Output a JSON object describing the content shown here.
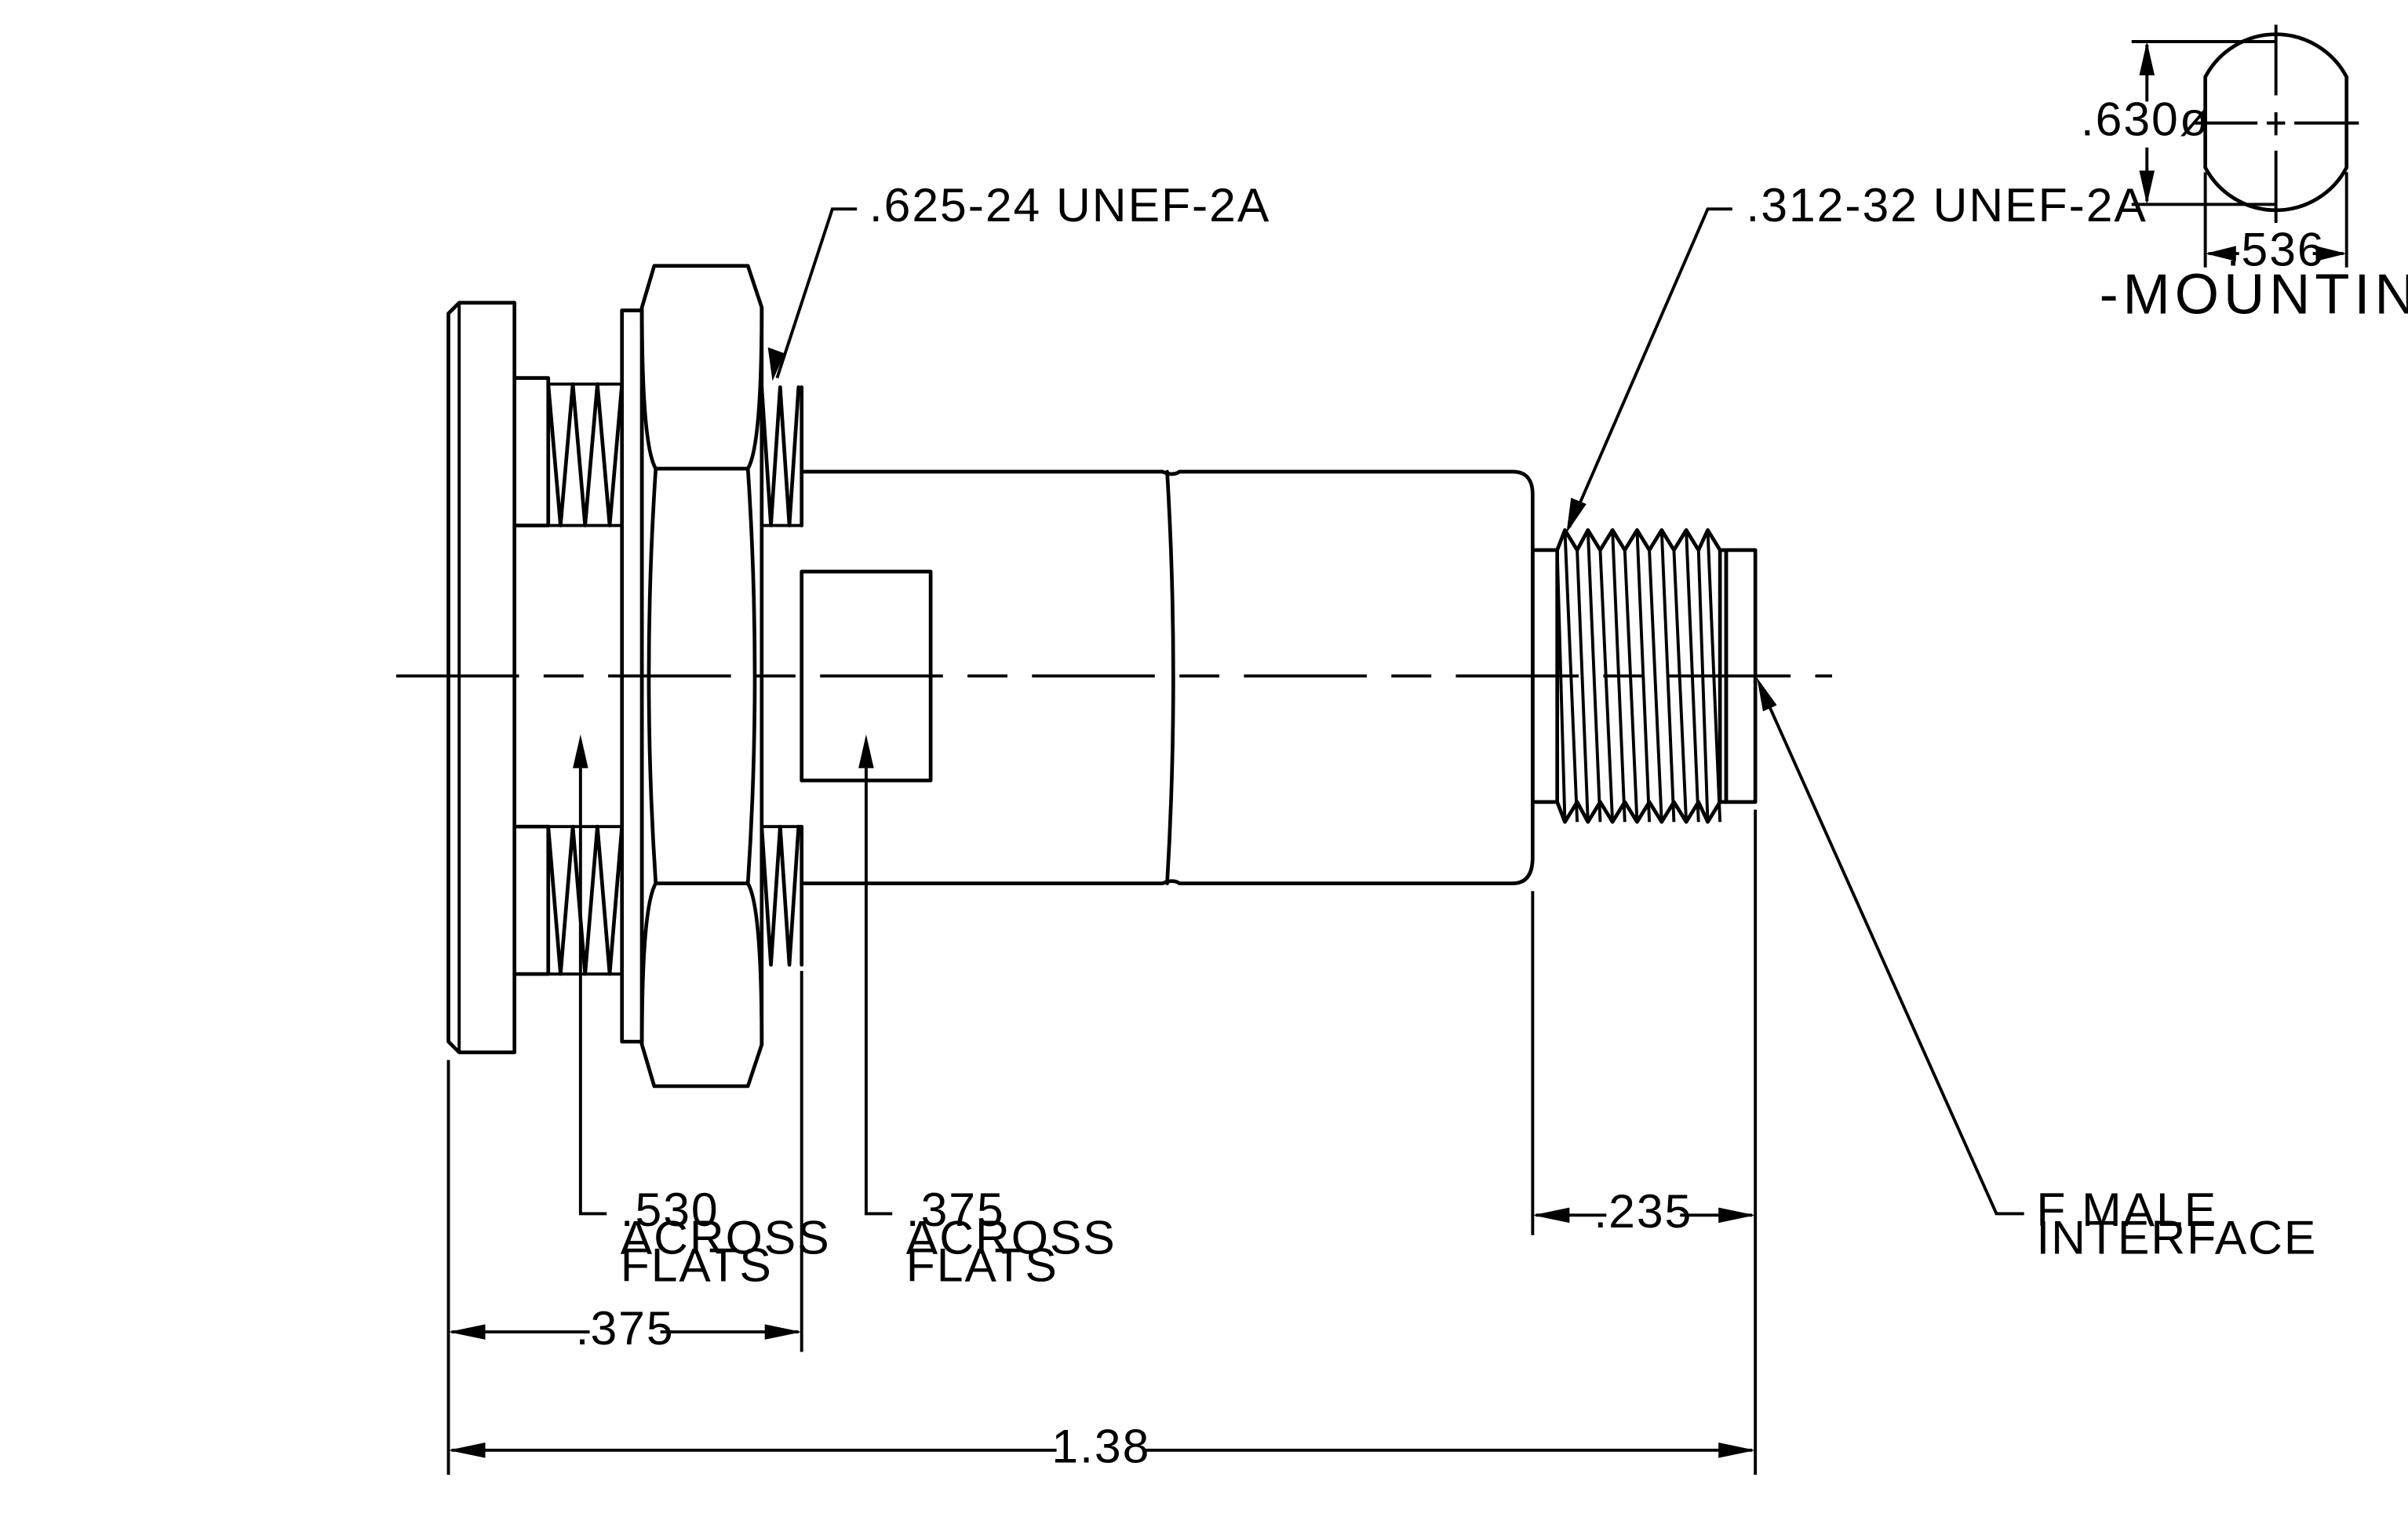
{
  "callouts": {
    "thread_large": ".625-24 UNEF-2A",
    "thread_small": ".312-32 UNEF-2A",
    "flats_large": [
      ".530",
      "ACROSS",
      "FLATS"
    ],
    "flats_small": [
      ".375",
      "ACROSS",
      "FLATS"
    ],
    "interface": [
      "F  MALE",
      "INTERFACE"
    ]
  },
  "dimensions": {
    "flange_length": ".375",
    "overall_length": "1.38",
    "thread_length": ".235",
    "hole_diameter": ".630ø",
    "hole_flat": ".536"
  },
  "mounting_hole_title": "-MOUNTING HOLE-"
}
